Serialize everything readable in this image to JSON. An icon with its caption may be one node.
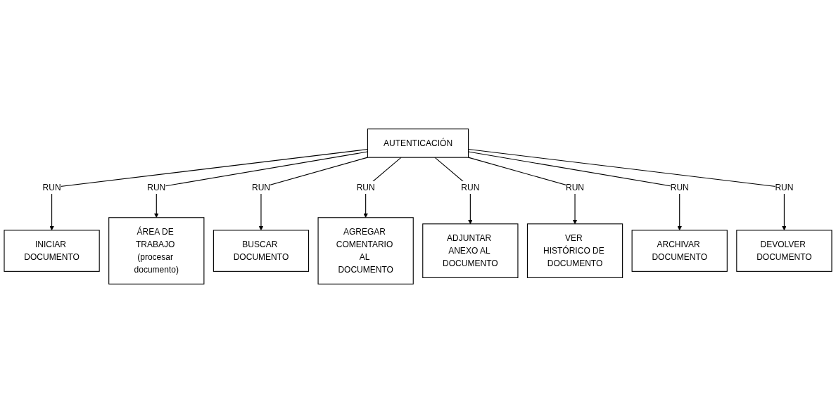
{
  "diagram": {
    "nodes": [
      {
        "text": [
          "AUTENTICACIÓN"
        ]
      },
      {
        "text": [
          "INICIAR DOCUMENTO"
        ]
      },
      {
        "text": [
          "ÁREA DE TRABAJO (procesar documento)"
        ]
      },
      {
        "text": [
          "BUSCAR DOCUMENTO"
        ]
      },
      {
        "text": [
          "AGREGAR COMENTARIO AL DOCUMENTO"
        ]
      },
      {
        "text": [
          "ADJUNTAR ANEXO AL DOCUMENTO"
        ]
      },
      {
        "text": [
          "VER HISTÓRICO DE DOCUMENTO"
        ]
      },
      {
        "text": [
          "ARCHIVAR DOCUMENTO"
        ]
      },
      {
        "text": [
          "DEVOLVER DOCUMENTO"
        ]
      }
    ],
    "edges": [
      {
        "from": 0,
        "to": 1,
        "arrow": "to",
        "label": "RUN"
      },
      {
        "from": 0,
        "to": 2,
        "arrow": "to",
        "label": "RUN"
      },
      {
        "from": 0,
        "to": 3,
        "arrow": "to",
        "label": "RUN"
      },
      {
        "from": 0,
        "to": 4,
        "arrow": "to",
        "label": "RUN"
      },
      {
        "from": 0,
        "to": 5,
        "arrow": "to",
        "label": "RUN"
      },
      {
        "from": 0,
        "to": 6,
        "arrow": "to",
        "label": "RUN"
      },
      {
        "from": 0,
        "to": 7,
        "arrow": "to",
        "label": "RUN"
      },
      {
        "from": 0,
        "to": 8,
        "arrow": "to",
        "label": "RUN"
      }
    ]
  }
}
